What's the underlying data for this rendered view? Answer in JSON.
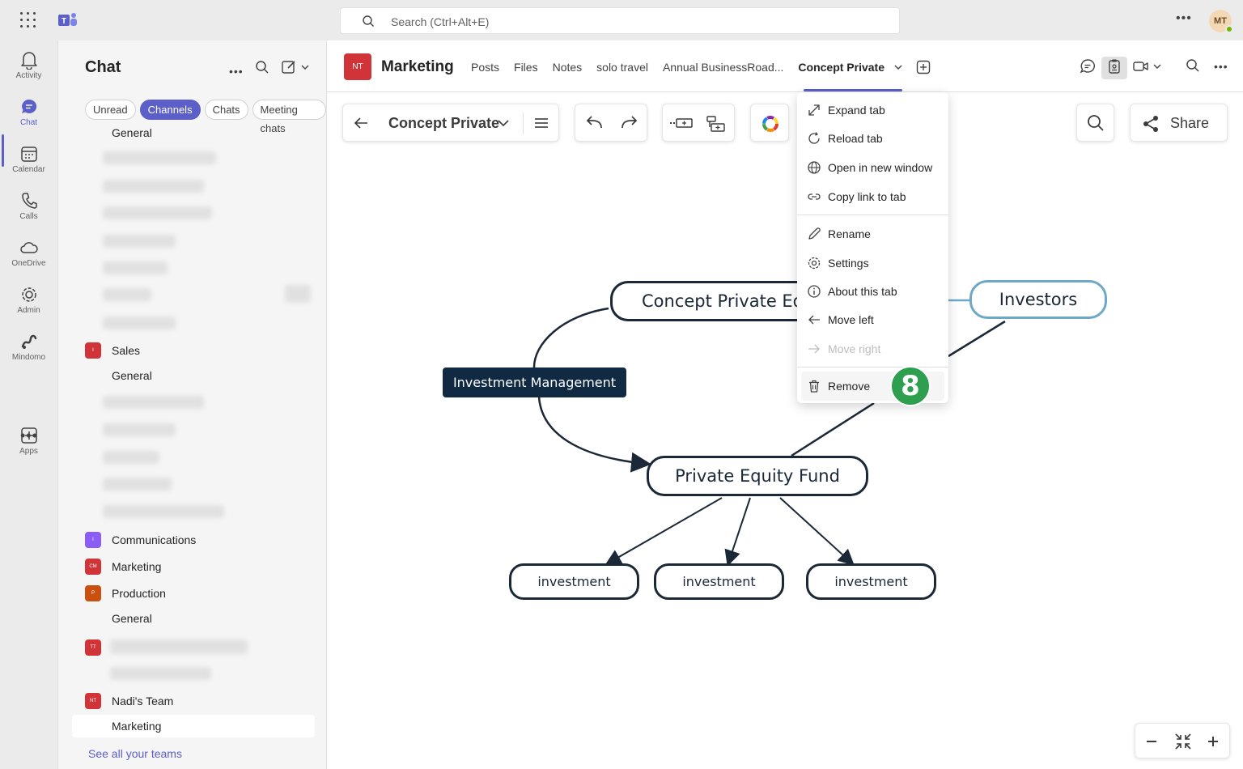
{
  "search": {
    "placeholder": "Search (Ctrl+Alt+E)"
  },
  "user": {
    "initials": "MT"
  },
  "rail": [
    {
      "label": "Activity"
    },
    {
      "label": "Chat"
    },
    {
      "label": "Calendar"
    },
    {
      "label": "Calls"
    },
    {
      "label": "OneDrive"
    },
    {
      "label": "Admin"
    },
    {
      "label": "Mindomo"
    },
    {
      "label": "Apps"
    }
  ],
  "chat": {
    "title": "Chat",
    "filters": [
      "Unread",
      "Channels",
      "Chats",
      "Meeting chats"
    ],
    "active_filter": "Channels",
    "channels_top": "General",
    "teams": [
      {
        "name": "Sales",
        "badge": "I",
        "color": "#d13438",
        "channel": "General"
      },
      {
        "name": "Communications",
        "badge": "I",
        "color": "#8b5cf6"
      },
      {
        "name": "Marketing",
        "badge": "CM",
        "color": "#d13438"
      },
      {
        "name": "Production",
        "badge": "P",
        "color": "#ca5010",
        "channel": "General"
      },
      {
        "name": "",
        "badge": "TT",
        "color": "#d13438"
      },
      {
        "name": "Nadi's Team",
        "badge": "NT",
        "color": "#d13438",
        "channel": "Marketing"
      }
    ],
    "see_all": "See all your teams"
  },
  "header": {
    "badge": "NT",
    "channel_name": "Marketing",
    "tabs": [
      "Posts",
      "Files",
      "Notes",
      "solo travel",
      "Annual BusinessRoad...",
      "Concept Private"
    ],
    "active_tab": "Concept Private"
  },
  "toolbar": {
    "map_title": "Concept Private",
    "share_label": "Share"
  },
  "mindmap": {
    "nodes": {
      "root": "Concept Private Eq",
      "investors": "Investors",
      "investment_mgmt": "Investment Management",
      "fund": "Private Equity Fund",
      "leaf1": "investment",
      "leaf2": "investment",
      "leaf3": "investment"
    }
  },
  "menu": {
    "items": [
      {
        "label": "Expand tab",
        "icon": "expand-icon"
      },
      {
        "label": "Reload tab",
        "icon": "reload-icon"
      },
      {
        "label": "Open in new window",
        "icon": "globe-icon"
      },
      {
        "label": "Copy link to tab",
        "icon": "link-icon"
      },
      {
        "label": "Rename",
        "icon": "pencil-icon"
      },
      {
        "label": "Settings",
        "icon": "gear-icon"
      },
      {
        "label": "About this tab",
        "icon": "info-icon"
      },
      {
        "label": "Move left",
        "icon": "arrow-left-icon"
      },
      {
        "label": "Move right",
        "icon": "arrow-right-icon",
        "disabled": true
      },
      {
        "label": "Remove",
        "icon": "trash-icon"
      }
    ]
  },
  "step_badge": "8",
  "colors": {
    "accent": "#5b5fc7",
    "step": "#2e9e4f",
    "node_dark": "#102a43"
  }
}
